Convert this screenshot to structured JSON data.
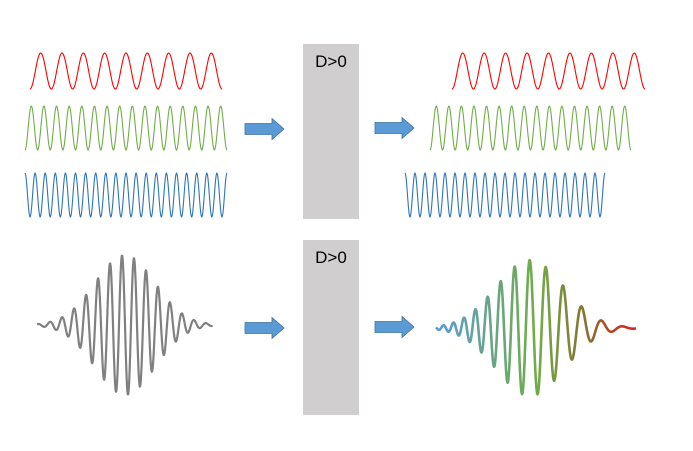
{
  "diagram": {
    "top_row": {
      "medium_label": "D>0",
      "input_waves": [
        {
          "name": "red-wave",
          "color": "#ff0000",
          "periods": 9
        },
        {
          "name": "green-wave",
          "color": "#70ad47",
          "periods": 16
        },
        {
          "name": "blue-wave",
          "color": "#2e75b6",
          "periods": 20
        }
      ],
      "output_waves": [
        {
          "name": "red-wave",
          "color": "#ff0000",
          "periods": 9
        },
        {
          "name": "green-wave",
          "color": "#70ad47",
          "periods": 16
        },
        {
          "name": "blue-wave",
          "color": "#2e75b6",
          "periods": 20
        }
      ]
    },
    "bottom_row": {
      "medium_label": "D>0",
      "input_pulse": {
        "name": "gray-pulse",
        "color": "#808080"
      },
      "output_pulse": {
        "name": "chirped-pulse",
        "colors": [
          "#5b9bd5",
          "#70ad47",
          "#8b6a2f",
          "#e02020"
        ]
      }
    },
    "arrow_color": "#5b9bd5",
    "arrow_stroke": "#41719c",
    "medium_color": "#d0cece"
  }
}
